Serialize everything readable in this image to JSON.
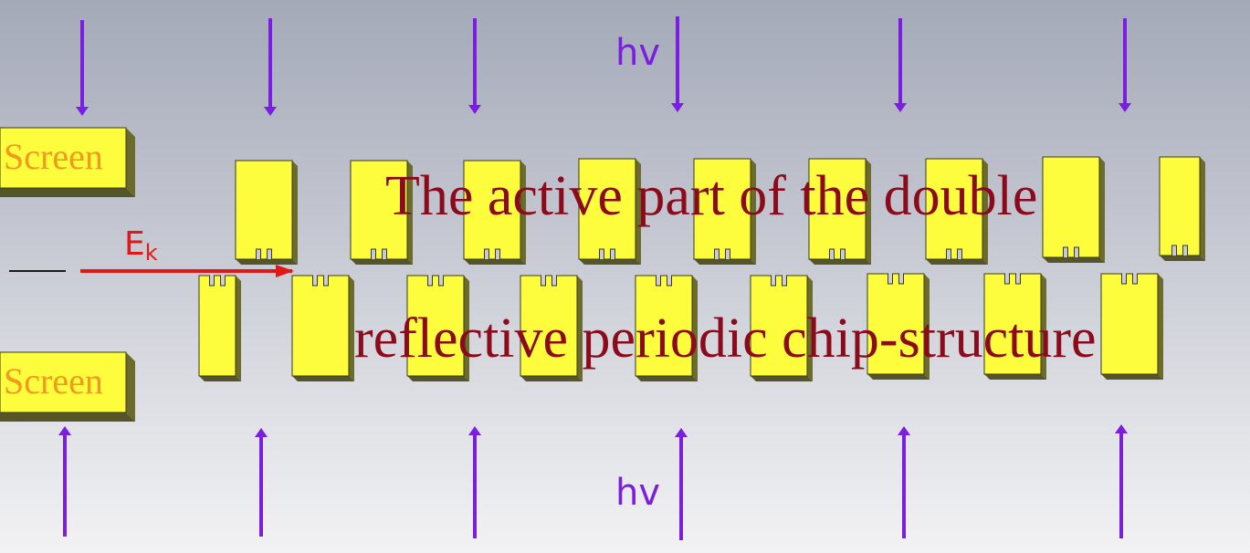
{
  "labels": {
    "screen_top": "Screen",
    "screen_bottom": "Screen",
    "hv_top": "hv",
    "hv_bottom": "hv",
    "ek_main": "E",
    "ek_sub": "k",
    "caption_line1": "The active part of the double",
    "caption_line2": "reflective periodic chip-structure"
  },
  "colors": {
    "chip_fill": "#fdfd3e",
    "chip_side": "#6b6b2c",
    "chip_edge": "#3a3a1a",
    "photon_arrow": "#7a1ee0",
    "electron_arrow": "#e01818",
    "screen_text": "#f29a1e",
    "caption_text": "#8b0b1c"
  }
}
